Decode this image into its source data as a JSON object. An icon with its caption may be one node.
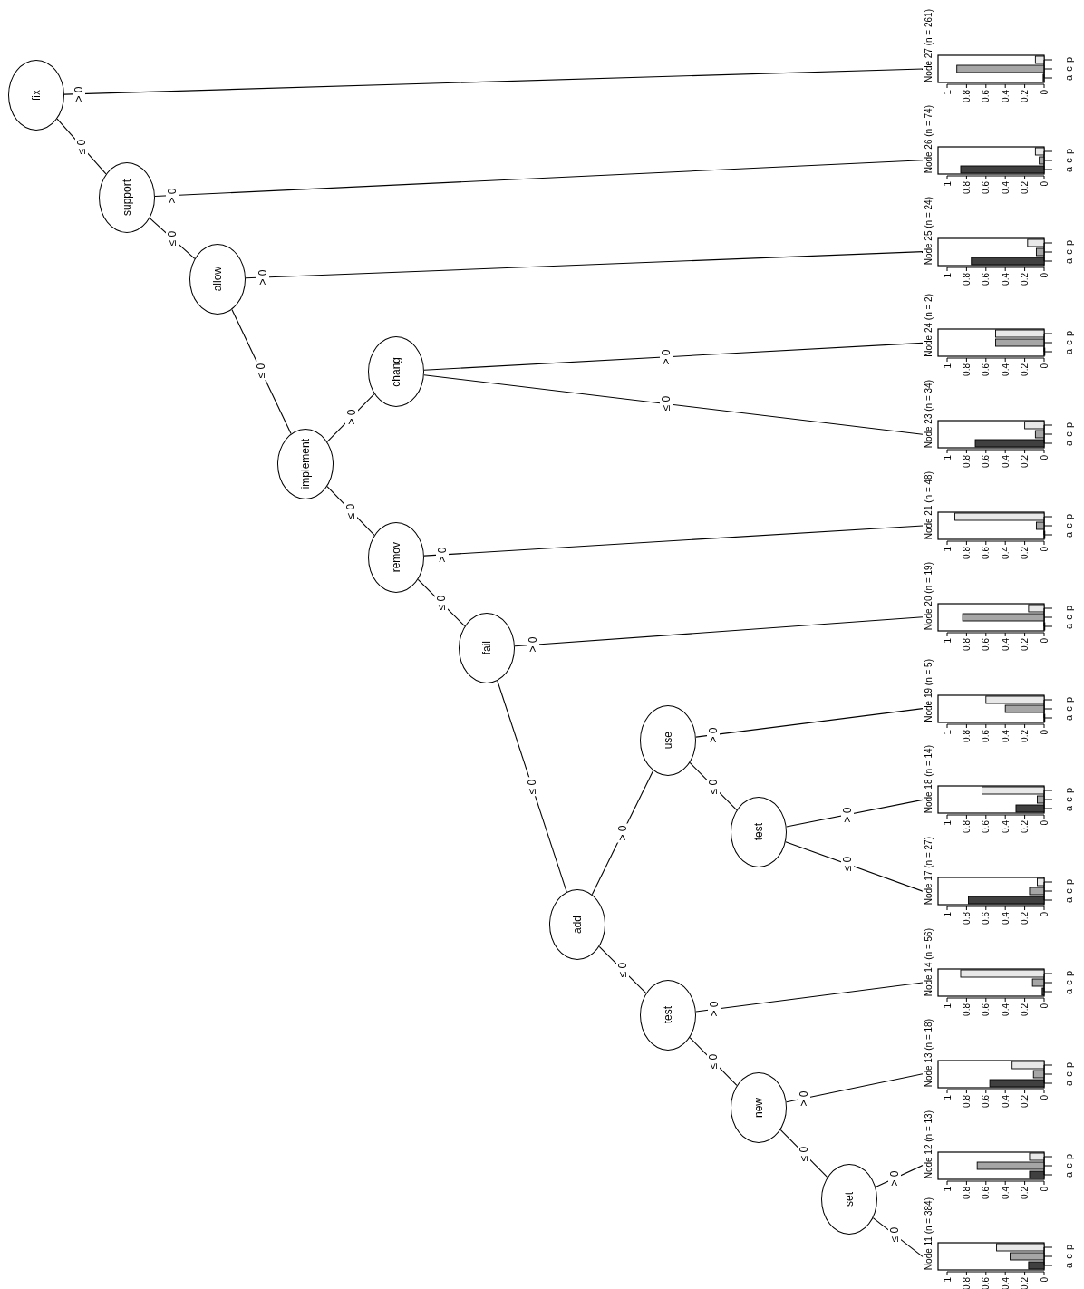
{
  "diagram": {
    "nodes": [
      {
        "text": [
          "fix"
        ]
      },
      {
        "text": [
          "support"
        ]
      },
      {
        "text": [
          "allow"
        ]
      },
      {
        "text": [
          "implement"
        ]
      },
      {
        "text": [
          "chang"
        ]
      },
      {
        "text": [
          "remov"
        ]
      },
      {
        "text": [
          "fail"
        ]
      },
      {
        "text": [
          "add"
        ]
      },
      {
        "text": [
          "use"
        ]
      },
      {
        "text": [
          "test"
        ]
      },
      {
        "text": [
          "test"
        ]
      },
      {
        "text": [
          "new"
        ]
      },
      {
        "text": [
          "set"
        ]
      },
      {
        "text": [
          "Node 27 (n = 261)"
        ]
      },
      {
        "text": [
          "Node 26 (n = 74)"
        ]
      },
      {
        "text": [
          "Node 25 (n = 24)"
        ]
      },
      {
        "text": [
          "Node 24 (n = 2)"
        ]
      },
      {
        "text": [
          "Node 23 (n = 34)"
        ]
      },
      {
        "text": [
          "Node 21 (n = 48)"
        ]
      },
      {
        "text": [
          "Node 20 (n = 19)"
        ]
      },
      {
        "text": [
          "Node 19 (n = 5)"
        ]
      },
      {
        "text": [
          "Node 18 (n = 14)"
        ]
      },
      {
        "text": [
          "Node 17 (n = 27)"
        ]
      },
      {
        "text": [
          "Node 14 (n = 56)"
        ]
      },
      {
        "text": [
          "Node 13 (n = 18)"
        ]
      },
      {
        "text": [
          "Node 12 (n = 13)"
        ]
      },
      {
        "text": [
          "Node 11 (n = 384)"
        ]
      }
    ],
    "edges": [
      {
        "from": 0,
        "to": 1,
        "arrow": "none",
        "label": "≤ 0"
      },
      {
        "from": 0,
        "to": 13,
        "arrow": "none",
        "label": "> 0"
      },
      {
        "from": 1,
        "to": 2,
        "arrow": "none",
        "label": "≤ 0"
      },
      {
        "from": 1,
        "to": 14,
        "arrow": "none",
        "label": "> 0"
      },
      {
        "from": 2,
        "to": 3,
        "arrow": "none",
        "label": "≤ 0"
      },
      {
        "from": 2,
        "to": 15,
        "arrow": "none",
        "label": "> 0"
      },
      {
        "from": 3,
        "to": 5,
        "arrow": "none",
        "label": "≤ 0"
      },
      {
        "from": 3,
        "to": 4,
        "arrow": "none",
        "label": "> 0"
      },
      {
        "from": 4,
        "to": 17,
        "arrow": "none",
        "label": "≤ 0"
      },
      {
        "from": 4,
        "to": 16,
        "arrow": "none",
        "label": "> 0"
      },
      {
        "from": 5,
        "to": 6,
        "arrow": "none",
        "label": "≤ 0"
      },
      {
        "from": 5,
        "to": 18,
        "arrow": "none",
        "label": "> 0"
      },
      {
        "from": 6,
        "to": 7,
        "arrow": "none",
        "label": "≤ 0"
      },
      {
        "from": 6,
        "to": 19,
        "arrow": "none",
        "label": "> 0"
      },
      {
        "from": 7,
        "to": 10,
        "arrow": "none",
        "label": "≤ 0"
      },
      {
        "from": 7,
        "to": 8,
        "arrow": "none",
        "label": "> 0"
      },
      {
        "from": 8,
        "to": 9,
        "arrow": "none",
        "label": "≤ 0"
      },
      {
        "from": 8,
        "to": 20,
        "arrow": "none",
        "label": "> 0"
      },
      {
        "from": 9,
        "to": 22,
        "arrow": "none",
        "label": "≤ 0"
      },
      {
        "from": 9,
        "to": 21,
        "arrow": "none",
        "label": "> 0"
      },
      {
        "from": 10,
        "to": 11,
        "arrow": "none",
        "label": "≤ 0"
      },
      {
        "from": 10,
        "to": 23,
        "arrow": "none",
        "label": "> 0"
      },
      {
        "from": 11,
        "to": 12,
        "arrow": "none",
        "label": "≤ 0"
      },
      {
        "from": 11,
        "to": 24,
        "arrow": "none",
        "label": "> 0"
      },
      {
        "from": 12,
        "to": 26,
        "arrow": "none",
        "label": "≤ 0"
      },
      {
        "from": 12,
        "to": 25,
        "arrow": "none",
        "label": "> 0"
      }
    ],
    "chart_data": [
      {
        "type": "bar",
        "orientation": "horizontal",
        "categories": [
          "p",
          "c",
          "a"
        ],
        "values": [
          0.09,
          0.9,
          0.01
        ],
        "xlim": [
          1,
          0
        ],
        "xticks": [
          0,
          0.2,
          0.4,
          0.6,
          0.8,
          1
        ]
      },
      {
        "type": "bar",
        "orientation": "horizontal",
        "categories": [
          "p",
          "c",
          "a"
        ],
        "values": [
          0.09,
          0.05,
          0.86
        ],
        "xlim": [
          1,
          0
        ],
        "xticks": [
          0,
          0.2,
          0.4,
          0.6,
          0.8,
          1
        ]
      },
      {
        "type": "bar",
        "orientation": "horizontal",
        "categories": [
          "p",
          "c",
          "a"
        ],
        "values": [
          0.17,
          0.08,
          0.75
        ],
        "xlim": [
          1,
          0
        ],
        "xticks": [
          0,
          0.2,
          0.4,
          0.6,
          0.8,
          1
        ]
      },
      {
        "type": "bar",
        "orientation": "horizontal",
        "categories": [
          "p",
          "c",
          "a"
        ],
        "values": [
          0.5,
          0.5,
          0
        ],
        "xlim": [
          1,
          0
        ],
        "xticks": [
          0,
          0.2,
          0.4,
          0.6,
          0.8,
          1
        ]
      },
      {
        "type": "bar",
        "orientation": "horizontal",
        "categories": [
          "p",
          "c",
          "a"
        ],
        "values": [
          0.2,
          0.09,
          0.71
        ],
        "xlim": [
          1,
          0
        ],
        "xticks": [
          0,
          0.2,
          0.4,
          0.6,
          0.8,
          1
        ]
      },
      {
        "type": "bar",
        "orientation": "horizontal",
        "categories": [
          "p",
          "c",
          "a"
        ],
        "values": [
          0.92,
          0.08,
          0
        ],
        "xlim": [
          1,
          0
        ],
        "xticks": [
          0,
          0.2,
          0.4,
          0.6,
          0.8,
          1
        ]
      },
      {
        "type": "bar",
        "orientation": "horizontal",
        "categories": [
          "p",
          "c",
          "a"
        ],
        "values": [
          0.16,
          0.84,
          0
        ],
        "xlim": [
          1,
          0
        ],
        "xticks": [
          0,
          0.2,
          0.4,
          0.6,
          0.8,
          1
        ]
      },
      {
        "type": "bar",
        "orientation": "horizontal",
        "categories": [
          "p",
          "c",
          "a"
        ],
        "values": [
          0.6,
          0.4,
          0
        ],
        "xlim": [
          1,
          0
        ],
        "xticks": [
          0,
          0.2,
          0.4,
          0.6,
          0.8,
          1
        ]
      },
      {
        "type": "bar",
        "orientation": "horizontal",
        "categories": [
          "p",
          "c",
          "a"
        ],
        "values": [
          0.64,
          0.07,
          0.29
        ],
        "xlim": [
          1,
          0
        ],
        "xticks": [
          0,
          0.2,
          0.4,
          0.6,
          0.8,
          1
        ]
      },
      {
        "type": "bar",
        "orientation": "horizontal",
        "categories": [
          "p",
          "c",
          "a"
        ],
        "values": [
          0.07,
          0.15,
          0.78
        ],
        "xlim": [
          1,
          0
        ],
        "xticks": [
          0,
          0.2,
          0.4,
          0.6,
          0.8,
          1
        ]
      },
      {
        "type": "bar",
        "orientation": "horizontal",
        "categories": [
          "p",
          "c",
          "a"
        ],
        "values": [
          0.86,
          0.12,
          0.02
        ],
        "xlim": [
          1,
          0
        ],
        "xticks": [
          0,
          0.2,
          0.4,
          0.6,
          0.8,
          1
        ]
      },
      {
        "type": "bar",
        "orientation": "horizontal",
        "categories": [
          "p",
          "c",
          "a"
        ],
        "values": [
          0.33,
          0.11,
          0.56
        ],
        "xlim": [
          1,
          0
        ],
        "xticks": [
          0,
          0.2,
          0.4,
          0.6,
          0.8,
          1
        ]
      },
      {
        "type": "bar",
        "orientation": "horizontal",
        "categories": [
          "p",
          "c",
          "a"
        ],
        "values": [
          0.15,
          0.69,
          0.15
        ],
        "xlim": [
          1,
          0
        ],
        "xticks": [
          0,
          0.2,
          0.4,
          0.6,
          0.8,
          1
        ]
      },
      {
        "type": "bar",
        "orientation": "horizontal",
        "categories": [
          "p",
          "c",
          "a"
        ],
        "values": [
          0.49,
          0.35,
          0.16
        ],
        "xlim": [
          1,
          0
        ],
        "xticks": [
          0,
          0.2,
          0.4,
          0.6,
          0.8,
          1
        ]
      }
    ]
  }
}
